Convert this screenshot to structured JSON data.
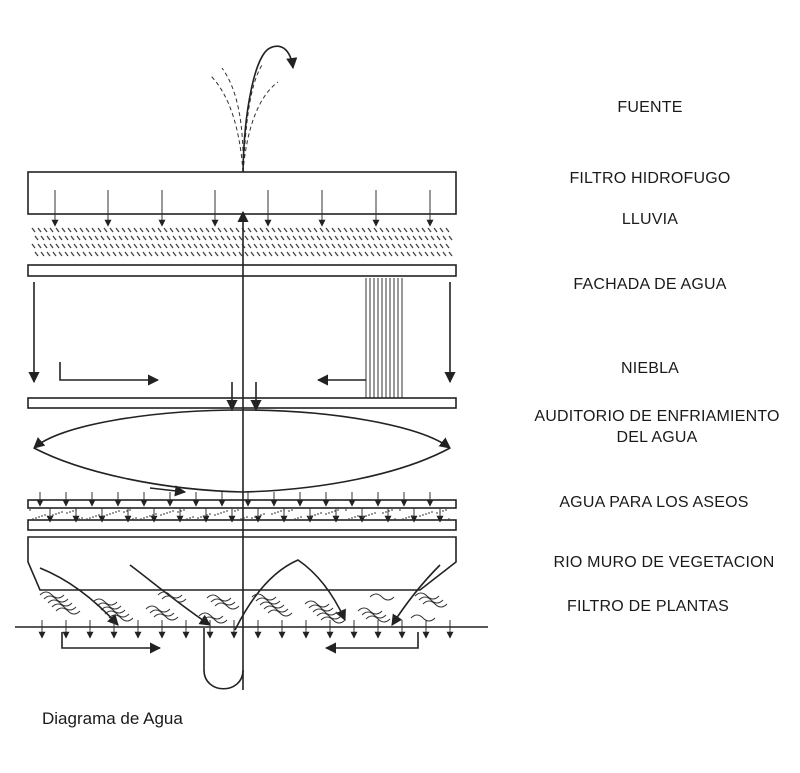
{
  "labels": [
    {
      "id": "fuente",
      "text": "FUENTE"
    },
    {
      "id": "filtro-hidrofugo",
      "text": "FILTRO HIDROFUGO"
    },
    {
      "id": "lluvia",
      "text": "LLUVIA"
    },
    {
      "id": "fachada-de-agua",
      "text": "FACHADA DE AGUA"
    },
    {
      "id": "niebla",
      "text": "NIEBLA"
    },
    {
      "id": "auditorio-1",
      "text": "AUDITORIO DE ENFRIAMIENTO"
    },
    {
      "id": "auditorio-2",
      "text": "DEL AGUA"
    },
    {
      "id": "agua-aseos",
      "text": "AGUA PARA LOS ASEOS"
    },
    {
      "id": "rio-muro",
      "text": "RIO MURO DE VEGETACION"
    },
    {
      "id": "filtro-plantas",
      "text": "FILTRO DE PLANTAS"
    }
  ],
  "caption": "Diagrama de Agua"
}
